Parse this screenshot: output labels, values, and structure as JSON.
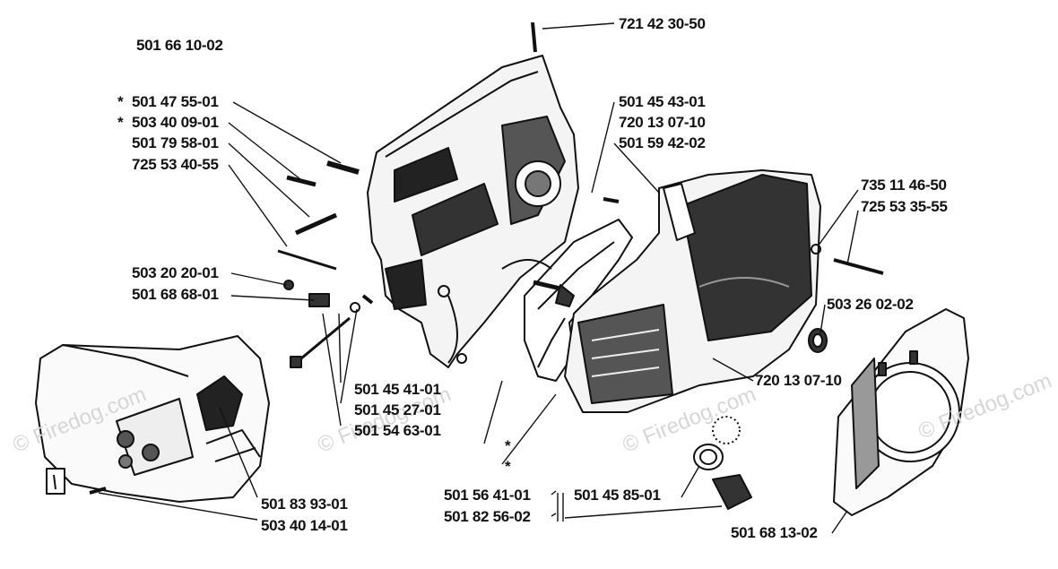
{
  "title_part": "501 66 10-02",
  "watermark": "© Firedog.com",
  "asterisk": "*",
  "parts": [
    {
      "id": "p01",
      "number": "721 42 30-50"
    },
    {
      "id": "p02",
      "number": "501 47 55-01",
      "starred": true
    },
    {
      "id": "p03",
      "number": "503 40 09-01",
      "starred": true
    },
    {
      "id": "p04",
      "number": "501 79 58-01"
    },
    {
      "id": "p05",
      "number": "725 53 40-55"
    },
    {
      "id": "p06",
      "number": "501 45 43-01"
    },
    {
      "id": "p07",
      "number": "720 13 07-10"
    },
    {
      "id": "p08",
      "number": "501 59 42-02"
    },
    {
      "id": "p09",
      "number": "735 11 46-50"
    },
    {
      "id": "p10",
      "number": "725 53 35-55"
    },
    {
      "id": "p11",
      "number": "503 20 20-01"
    },
    {
      "id": "p12",
      "number": "501 68 68-01"
    },
    {
      "id": "p13",
      "number": "503 26 02-02"
    },
    {
      "id": "p14",
      "number": "720 13 07-10"
    },
    {
      "id": "p15",
      "number": "501 45 41-01"
    },
    {
      "id": "p16",
      "number": "501 45 27-01"
    },
    {
      "id": "p17",
      "number": "501 54 63-01"
    },
    {
      "id": "p18",
      "number": "501 83 93-01"
    },
    {
      "id": "p19",
      "number": "503 40 14-01"
    },
    {
      "id": "p20",
      "number": "501 56 41-01"
    },
    {
      "id": "p21",
      "number": "501 82 56-02"
    },
    {
      "id": "p22",
      "number": "501 45 85-01"
    },
    {
      "id": "p23",
      "number": "501 68 13-02"
    }
  ]
}
